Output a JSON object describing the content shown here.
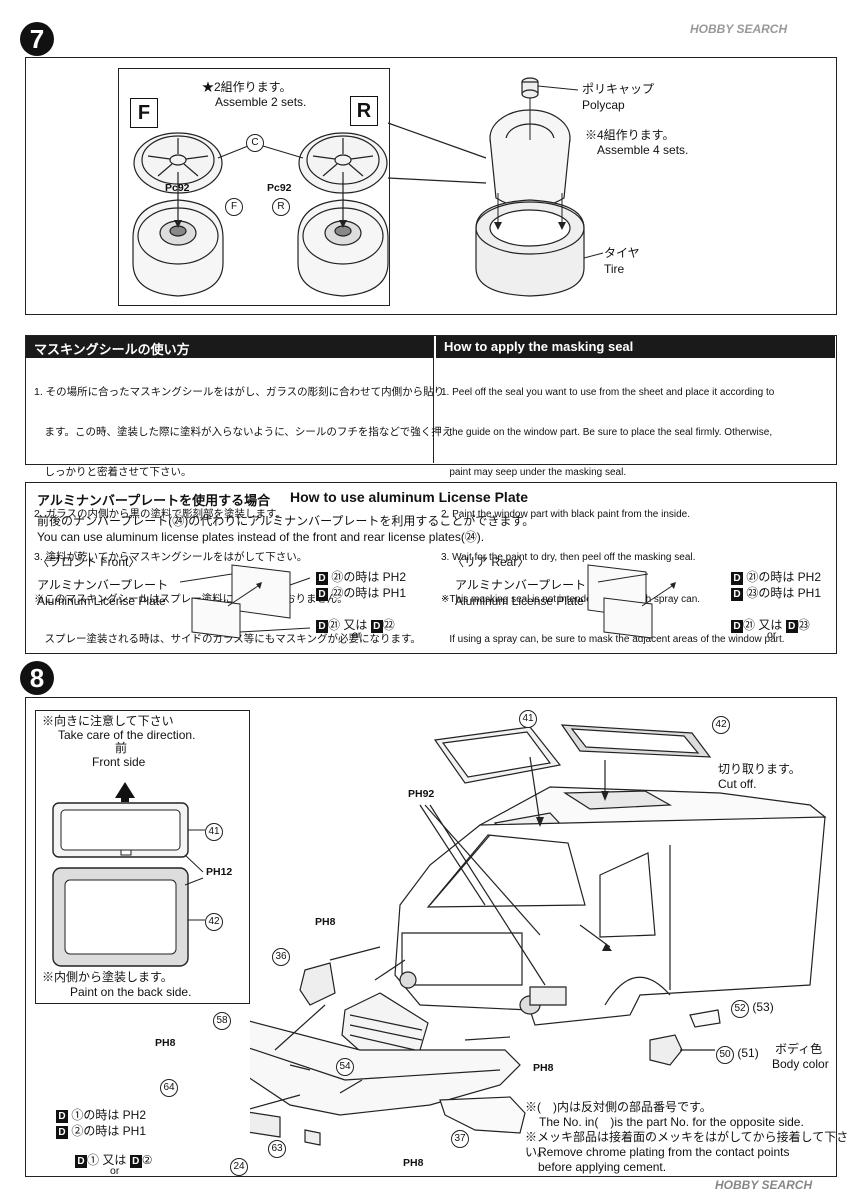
{
  "watermark_top": "HOBBY SEARCH",
  "watermark_bottom": "HOBBY SEARCH",
  "step7": {
    "number": "7",
    "assemble2_jp": "★2組作ります。",
    "assemble2_en": "Assemble 2 sets.",
    "front_label": "F",
    "rear_label": "R",
    "part_c": "C",
    "part_f": "F",
    "part_r": "R",
    "pc92_left": "Pc92",
    "pc92_right": "Pc92",
    "polycap_jp": "ポリキャップ",
    "polycap_en": "Polycap",
    "assemble4_jp": "※4組作ります。",
    "assemble4_en": "Assemble 4 sets.",
    "tire_jp": "タイヤ",
    "tire_en": "Tire"
  },
  "masking": {
    "title_jp": "マスキングシールの使い方",
    "title_en": "How to apply the masking seal",
    "jp_lines": [
      "1. その場所に合ったマスキングシールをはがし、ガラスの彫刻に合わせて内側から貼り",
      "　ます。この時、塗装した際に塗料が入らないように、シールのフチを指などで強く押え",
      "　しっかりと密着させて下さい。",
      "2. ガラスの内側から黒の塗料で彫刻部を塗装します。",
      "3. 塗料が乾いてからマスキングシールをはがして下さい。",
      "※このマスキングシールはスプレー塗料には対応しておりません。",
      "　スプレー塗装される時は、サイドのガラス等にもマスキングが必要になります。"
    ],
    "en_lines": [
      "1. Peel off the seal you want to use from the sheet and place it according to",
      "   the guide on the window part. Be sure to place the seal firmly. Otherwise,",
      "   paint may seep under the masking seal.",
      "2. Paint the window part with black paint from the inside.",
      "3. Wait for the paint to dry, then peel off the masking seal.",
      "※This masking seal is not intended for use with spray can.",
      "   If using a spray can, be sure to mask the adjacent areas of the window part."
    ]
  },
  "plate": {
    "title_jp": "アルミナンバープレートを使用する場合",
    "title_en": "How to use aluminum License Plate",
    "desc_jp": "前後のナンバープレート(㉔)の代わりにアルミナンバープレートを利用することができます。",
    "desc_en": "You can use aluminum license plates instead of the front and rear license plates(㉔).",
    "front_header": "〈フロント Front〉",
    "rear_header": "〈リア Rear〉",
    "front_label_jp": "アルミナンバープレート",
    "front_label_en": "Aluminum License Plate",
    "rear_label_jp": "アルミナンバープレート",
    "rear_label_en": "Aluminum License Plate",
    "front_rule1": "㉑の時は PH2",
    "front_rule2": "㉒の時は PH1",
    "rear_rule1": "㉑の時は PH2",
    "rear_rule2": "㉓の時は PH1",
    "front_or_jp": "又は",
    "front_or_en": "or",
    "rear_or_jp": "又は",
    "rear_or_en": "or",
    "front_or_a": "㉑",
    "front_or_b": "㉒",
    "rear_or_a": "㉑",
    "rear_or_b": "㉓"
  },
  "step8": {
    "number": "8",
    "direction_jp": "※向きに注意して下さい",
    "direction_en": "Take care of the direction.",
    "front_side_jp": "前",
    "front_side_en": "Front side",
    "paint_back_jp": "※内側から塗装します。",
    "paint_back_en": "Paint on the back side.",
    "ph12": "PH12",
    "ph92": "PH92",
    "ph8_a": "PH8",
    "ph8_b": "PH8",
    "ph8_c": "PH8",
    "ph8_d": "PH8",
    "cut_off_jp": "切り取ります。",
    "cut_off_en": "Cut off.",
    "body_color_jp": "ボディ色",
    "body_color_en": "Body color",
    "p41": "41",
    "p42": "42",
    "p41b": "41",
    "p42b": "42",
    "p36": "36",
    "p58": "58",
    "p54": "54",
    "p64": "64",
    "p24": "24",
    "p63": "63",
    "p37": "37",
    "p50": "50",
    "p51": "(51)",
    "p52": "52",
    "p53": "(53)",
    "d1_rule": "①の時は PH2",
    "d2_rule": "②の時は PH1",
    "d_or_jp": "又は",
    "d_or_en": "or",
    "d_or_a": "①",
    "d_or_b": "②",
    "note1_jp": "※(　)内は反対側の部品番号です。",
    "note1_en": "The No. in(　)is the part No. for the opposite side.",
    "note2_jp": "※メッキ部品は接着面のメッキをはがしてから接着して下さい。",
    "note2_en": "Remove chrome plating from the contact points",
    "note2_en2": "before applying cement."
  }
}
